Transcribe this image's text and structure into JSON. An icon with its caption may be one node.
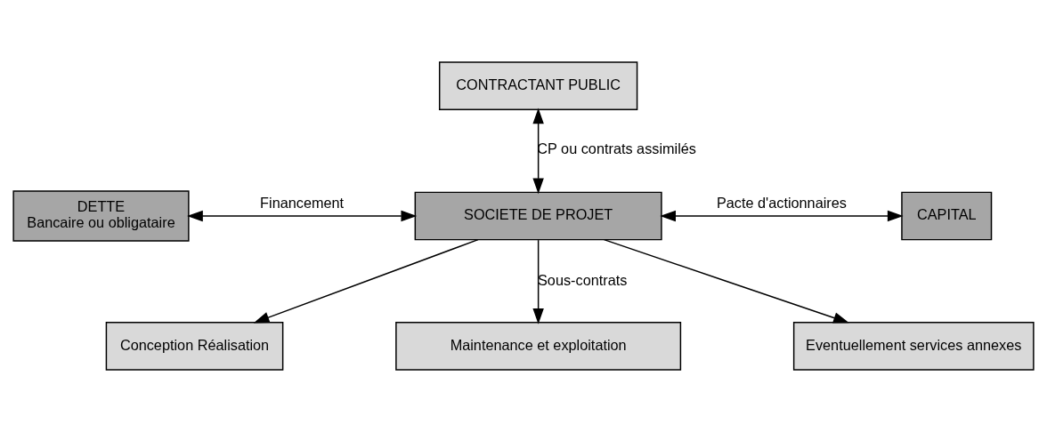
{
  "diagram": {
    "nodes": [
      {
        "text": [
          "CONTRACTANT PUBLIC"
        ]
      },
      {
        "text": [
          "DETTE",
          "Bancaire ou obligataire"
        ]
      },
      {
        "text": [
          "SOCIETE DE PROJET"
        ]
      },
      {
        "text": [
          "CAPITAL"
        ]
      },
      {
        "text": [
          "Conception Réalisation"
        ]
      },
      {
        "text": [
          "Maintenance et exploitation"
        ]
      },
      {
        "text": [
          "Eventuellement services annexes"
        ]
      }
    ],
    "edges": [
      {
        "from": 0,
        "to": 2,
        "arrow": "both",
        "label": "CP ou contrats assimilés"
      },
      {
        "from": 1,
        "to": 2,
        "arrow": "both",
        "label": "Financement"
      },
      {
        "from": 2,
        "to": 3,
        "arrow": "both",
        "label": "Pacte d'actionnaires"
      },
      {
        "from": 2,
        "to": 4,
        "arrow": "to"
      },
      {
        "from": 2,
        "to": 5,
        "arrow": "to",
        "label": "Sous-contrats"
      },
      {
        "from": 2,
        "to": 6,
        "arrow": "to"
      }
    ]
  }
}
